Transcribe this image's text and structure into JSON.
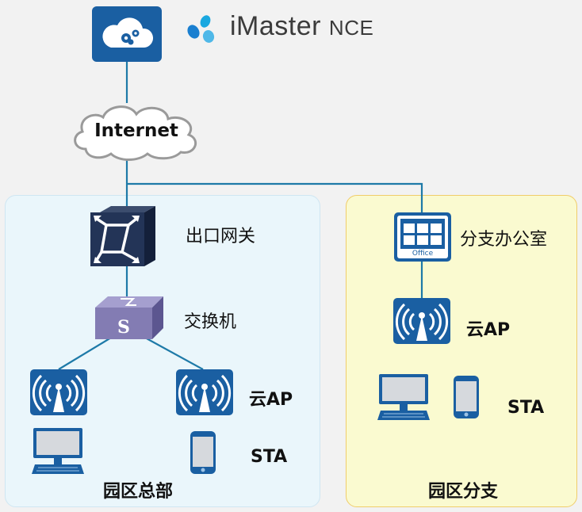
{
  "brand": {
    "name": "iMaster",
    "suffix": "NCE"
  },
  "internet": {
    "label": "Internet"
  },
  "hq": {
    "gateway_label": "出口网关",
    "switch_label": "交换机",
    "ap_label": "云AP",
    "sta_label": "STA",
    "zone_label": "园区总部"
  },
  "branch": {
    "office_label": "分支办公室",
    "office_icon_text": "Office",
    "ap_label": "云AP",
    "sta_label": "STA",
    "zone_label": "园区分支"
  },
  "colors": {
    "device_blue": "#1a5fa2",
    "switch_purple": "#8a82b8",
    "link": "#1e7aa8",
    "hq_zone": "#eaf6fb",
    "branch_zone": "#fafad0",
    "branch_border": "#f0cd6a"
  }
}
